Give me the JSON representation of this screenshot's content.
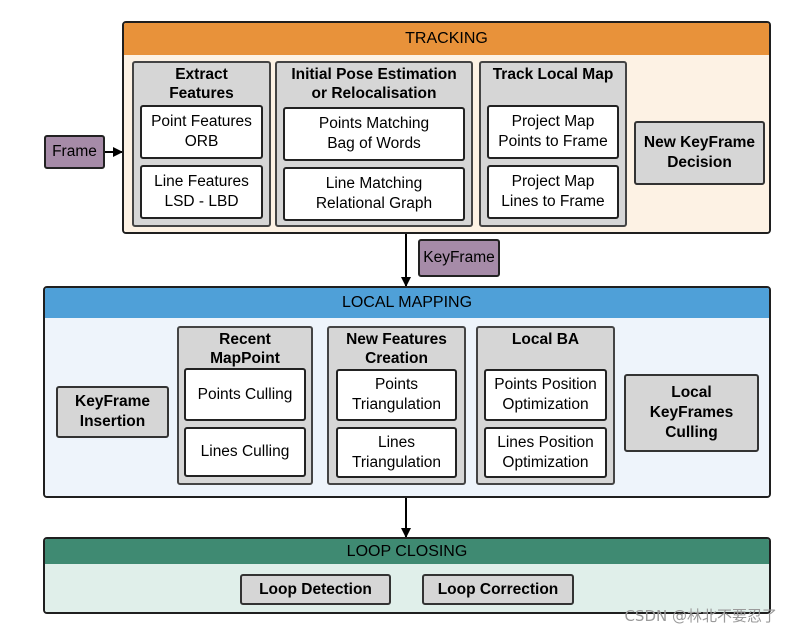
{
  "frame_label": "Frame",
  "keyframe_label": "KeyFrame",
  "tracking": {
    "title": "TRACKING",
    "header_color": "#e8923a",
    "body_color": "#fdf2e4",
    "extract": {
      "title": "Extract\nFeatures",
      "point": "Point Features\nORB",
      "line": "Line Features\nLSD - LBD"
    },
    "pose": {
      "title": "Initial Pose Estimation\nor Relocalisation",
      "points": "Points Matching\nBag of Words",
      "lines": "Line Matching\nRelational Graph"
    },
    "track_map": {
      "title": "Track Local Map",
      "points": "Project Map\nPoints to Frame",
      "lines": "Project Map\nLines to Frame"
    },
    "new_keyframe": "New KeyFrame\nDecision"
  },
  "local_mapping": {
    "title": "LOCAL MAPPING",
    "header_color": "#4fa0d8",
    "body_color": "#eef4fb",
    "keyframe_insertion": "KeyFrame\nInsertion",
    "recent": {
      "title": "Recent\nMapPoint",
      "points": "Points Culling",
      "lines": "Lines Culling"
    },
    "new_features": {
      "title": "New Features\nCreation",
      "points": "Points\nTriangulation",
      "lines": "Lines\nTriangulation"
    },
    "local_ba": {
      "title": "Local BA",
      "points": "Points Position\nOptimization",
      "lines": "Lines Position\nOptimization"
    },
    "keyframes_culling": "Local\nKeyFrames\nCulling"
  },
  "loop_closing": {
    "title": "LOOP CLOSING",
    "header_color": "#3f8a72",
    "body_color": "#e0efea",
    "detection": "Loop Detection",
    "correction": "Loop Correction"
  },
  "watermark": "CSDN @林北不要忍了"
}
